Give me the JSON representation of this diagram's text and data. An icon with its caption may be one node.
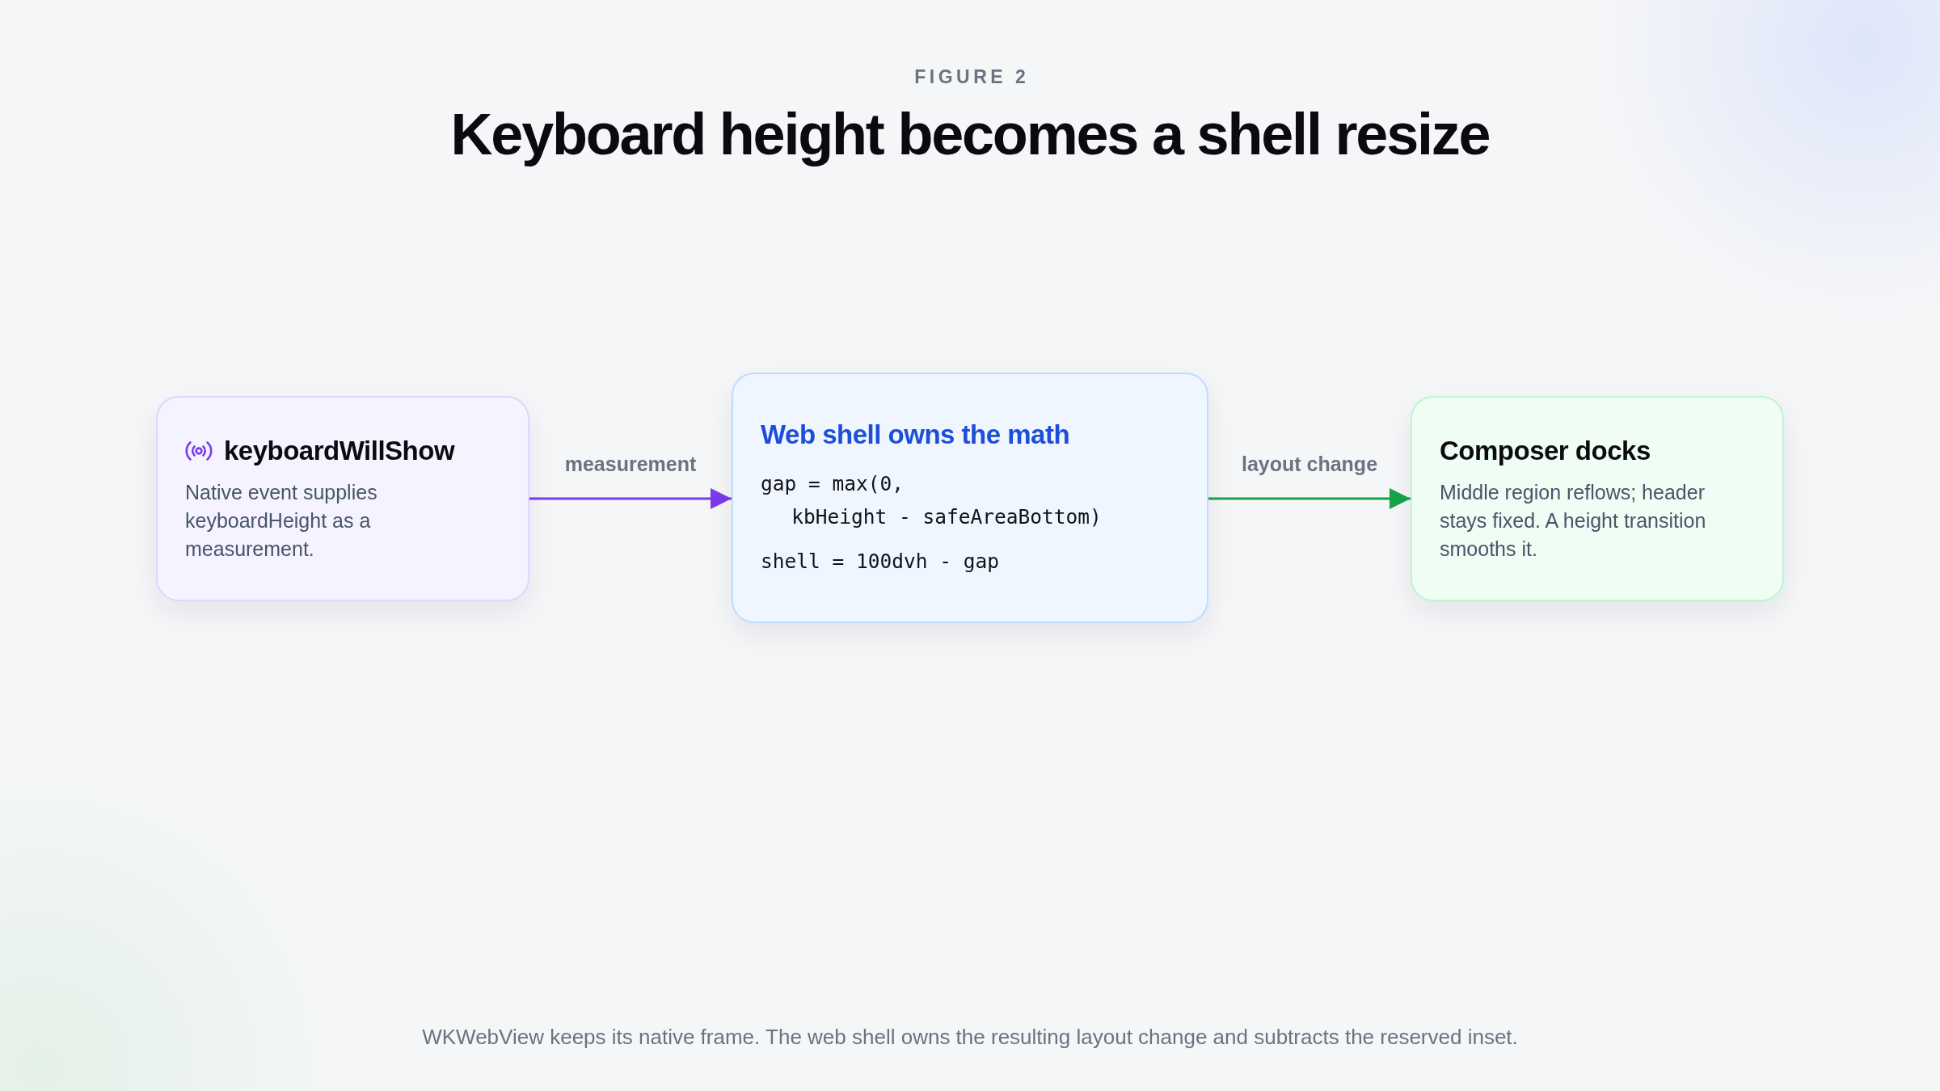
{
  "diagram": {
    "title": "Keyboard height becomes a shell resize",
    "caption": "WKWebView keeps its native frame. The web shell owns the resulting layout change and subtracts the reserved inset.",
    "nodes": [
      {
        "text": [
          "keyboardWillShow",
          "Native event supplies keyboardHeight as a measurement."
        ]
      },
      {
        "text": [
          "Web shell owns the math",
          "gap = max(0, kbHeight - safeAreaBottom)",
          "shell = 100dvh - gap"
        ]
      },
      {
        "text": [
          "Composer docks",
          "Middle region reflows; header stays fixed. A height transition smooths it."
        ]
      }
    ],
    "edges": [
      {
        "from": 0,
        "to": 1,
        "arrow": "to",
        "label": "measurement",
        "color": "#7c3aed"
      },
      {
        "from": 1,
        "to": 2,
        "arrow": "to",
        "label": "layout change",
        "color": "#16a34a"
      }
    ],
    "labels": [
      "FIGURE 2"
    ]
  }
}
